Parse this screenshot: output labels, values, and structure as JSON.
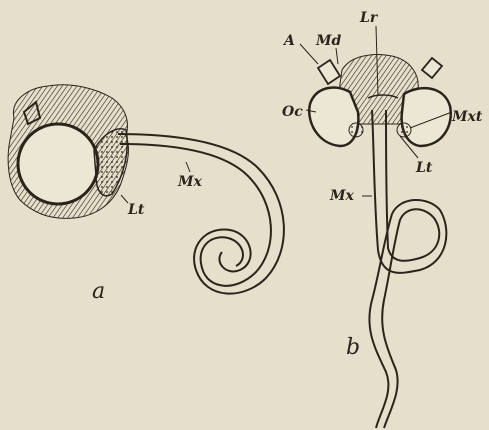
{
  "figure_a": {
    "letter": "a",
    "labels": {
      "lt": "Lt",
      "mx": "Mx"
    }
  },
  "figure_b": {
    "letter": "b",
    "labels": {
      "a": "A",
      "md": "Md",
      "lr": "Lr",
      "oc": "Oc",
      "mxt": "Mxt",
      "lt": "Lt",
      "mx": "Mx"
    }
  },
  "colors": {
    "paper": "#e6dfcb",
    "ink": "#2a241c"
  }
}
